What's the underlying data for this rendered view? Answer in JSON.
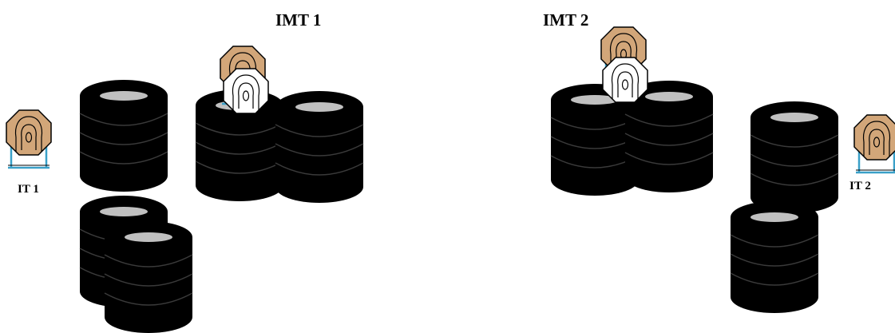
{
  "labels": {
    "imt1": "IMT 1",
    "imt2": "IMT 2",
    "it1": "IT 1",
    "it2": "IT 2"
  },
  "icons": {
    "tire_stack": "tire-stack-icon",
    "target_tan": "tan-target-icon",
    "target_white": "white-target-icon"
  },
  "colors": {
    "background": "#ffffff",
    "tire": "#000000",
    "tire_hole": "#c0c0c0",
    "target_tan": "#d2a679",
    "target_white": "#ffffff",
    "target_stand": "#3aa0c8",
    "outline": "#000000"
  }
}
